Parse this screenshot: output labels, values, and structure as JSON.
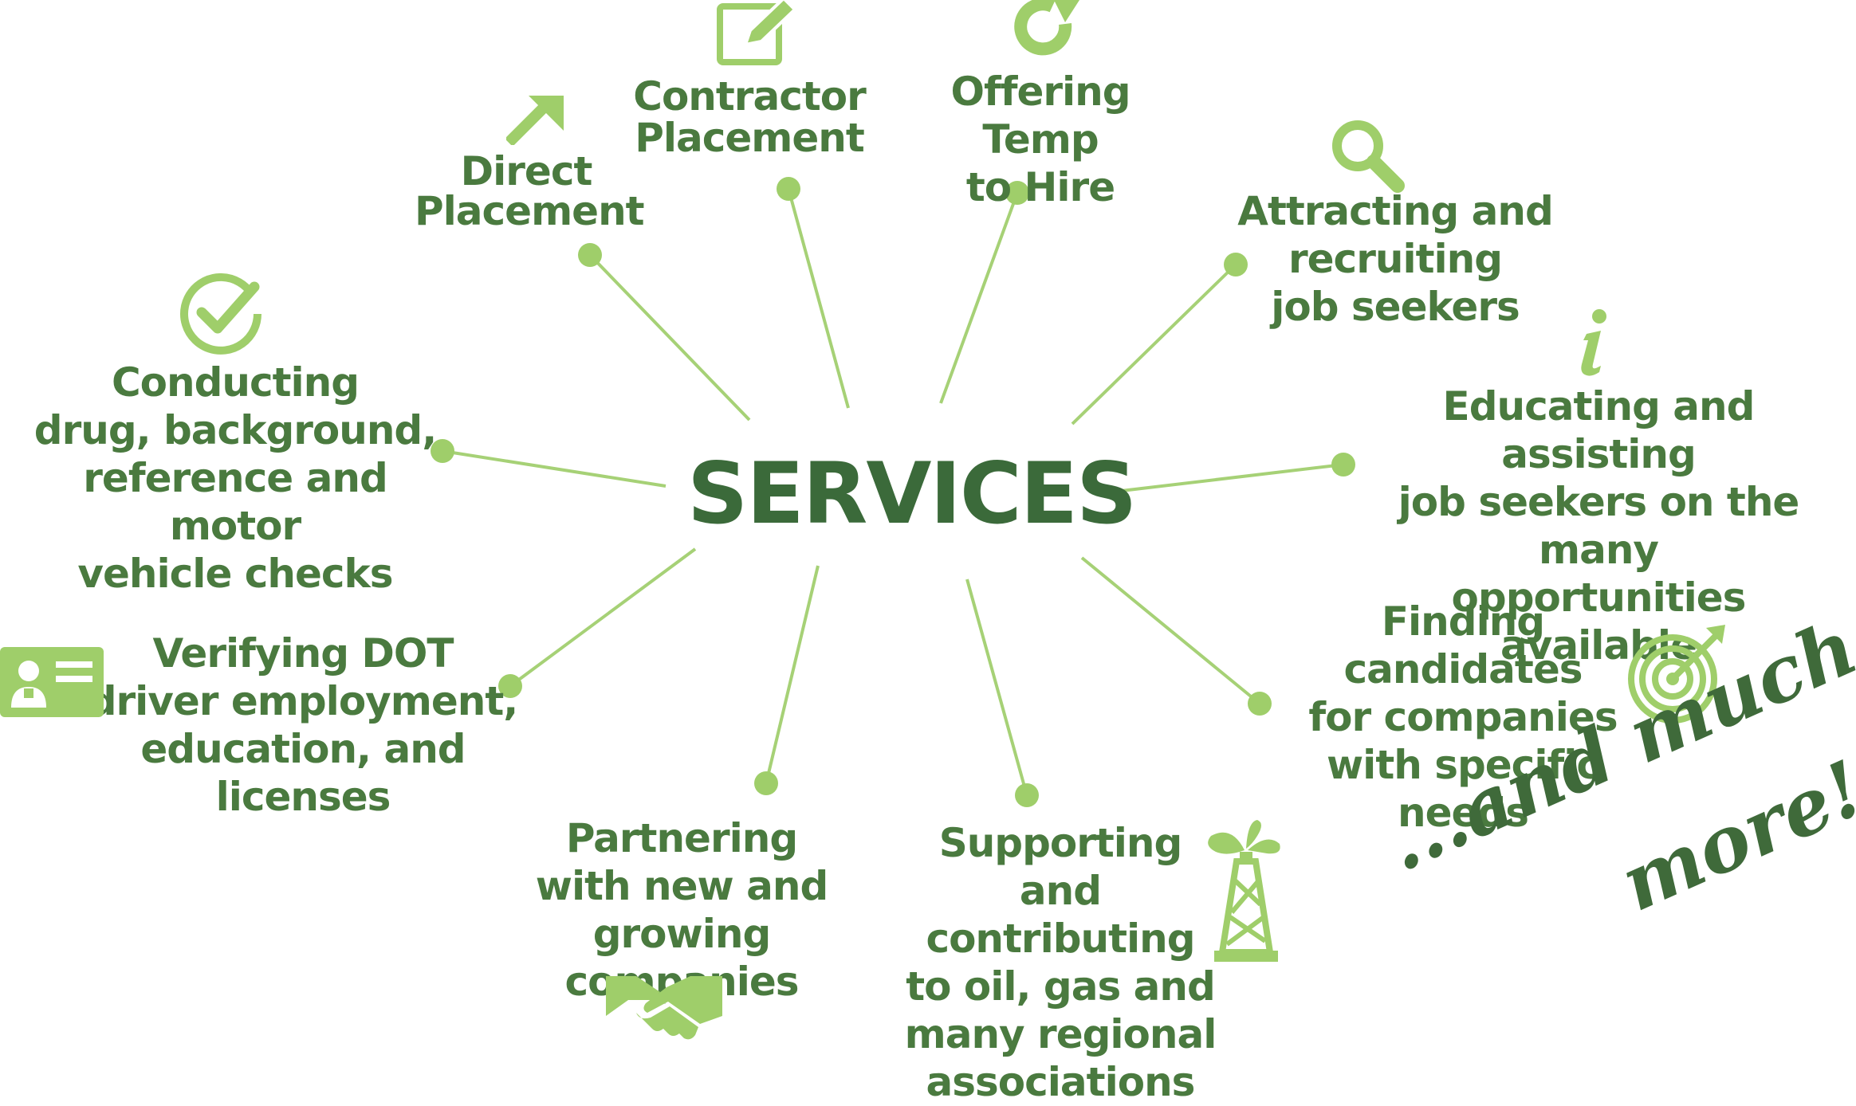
{
  "diagram": {
    "center": "SERVICES",
    "services": [
      {
        "id": "direct",
        "label": "Direct\nPlacement",
        "icon": "arrow-up-right-icon"
      },
      {
        "id": "contractor",
        "label": "Contractor\nPlacement",
        "icon": "edit-icon"
      },
      {
        "id": "temp",
        "label": "Offering Temp\nto Hire",
        "icon": "refresh-icon"
      },
      {
        "id": "attract",
        "label": "Attracting and recruiting\njob seekers",
        "icon": "magnifier-icon"
      },
      {
        "id": "educate",
        "label": "Educating and assisting\njob seekers on the many\nopportunities available",
        "icon": "info-icon"
      },
      {
        "id": "finding",
        "label": "Finding candidates\nfor companies\nwith specific needs",
        "icon": "target-icon"
      },
      {
        "id": "supporting",
        "label": "Supporting\nand contributing\nto oil, gas and\nmany regional\nassociations",
        "icon": "oil-derrick-icon"
      },
      {
        "id": "partnering",
        "label": "Partnering\nwith new and\ngrowing companies",
        "icon": "handshake-icon"
      },
      {
        "id": "verifying",
        "label": "Verifying DOT\ndriver employment,\neducation, and licenses",
        "icon": "id-card-icon"
      },
      {
        "id": "conducting",
        "label": "Conducting\ndrug, background,\nreference and motor\nvehicle checks",
        "icon": "checkmark-circle-icon"
      }
    ],
    "tagline_line1": "...and much",
    "tagline_line2": "more!"
  },
  "colors": {
    "text": "#4a7a3f",
    "title": "#3b6a3a",
    "accent": "#9fce6a",
    "line": "#a6d176"
  }
}
